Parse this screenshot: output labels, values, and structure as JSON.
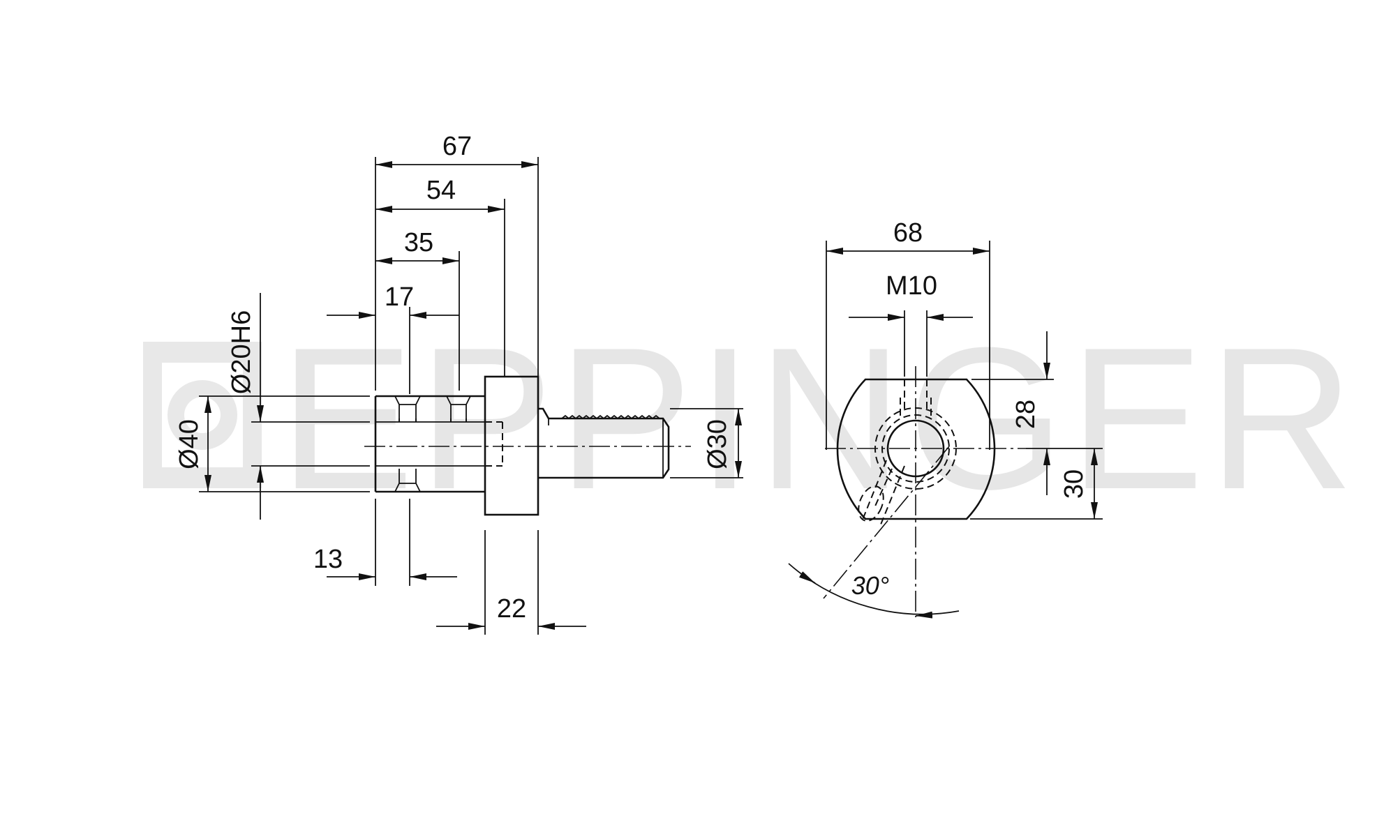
{
  "watermark": {
    "text": "EPPINGER"
  },
  "side_view": {
    "dims": {
      "length_total": "67",
      "length_54": "54",
      "length_35": "35",
      "length_17": "17",
      "length_13": "13",
      "flange_width": "22",
      "bore_dia": "Ø20H6",
      "outer_dia": "Ø40",
      "shank_dia": "Ø30"
    }
  },
  "front_view": {
    "dims": {
      "width": "68",
      "thread": "M10",
      "height_28": "28",
      "height_30": "30",
      "angle": "30°"
    }
  }
}
